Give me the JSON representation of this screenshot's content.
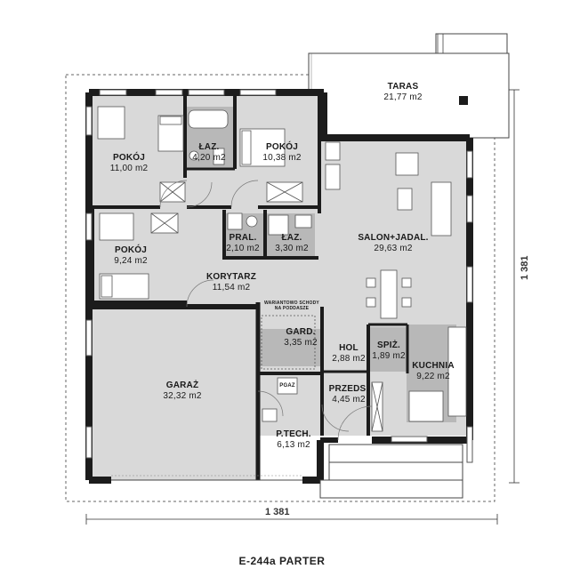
{
  "title": "E-244a PARTER",
  "dimensions": {
    "width_label": "1 381",
    "depth_label": "1 381"
  },
  "rooms": [
    {
      "id": "taras",
      "name": "TARAS",
      "area": "21,77 m2"
    },
    {
      "id": "pokoj1",
      "name": "POKÓJ",
      "area": "11,00 m2"
    },
    {
      "id": "laz1",
      "name": "ŁAZ.",
      "area": "4,20 m2"
    },
    {
      "id": "pokoj2",
      "name": "POKÓJ",
      "area": "10,38 m2"
    },
    {
      "id": "pokoj3",
      "name": "POKÓJ",
      "area": "9,24 m2"
    },
    {
      "id": "pral",
      "name": "PRAL.",
      "area": "2,10 m2"
    },
    {
      "id": "laz2",
      "name": "ŁAZ.",
      "area": "3,30 m2"
    },
    {
      "id": "salon",
      "name": "SALON+JADAL.",
      "area": "29,63 m2"
    },
    {
      "id": "korytarz",
      "name": "KORYTARZ",
      "area": "11,54 m2"
    },
    {
      "id": "gard",
      "name": "GARD.",
      "area": "3,35 m2"
    },
    {
      "id": "hol",
      "name": "HOL",
      "area": "2,88 m2"
    },
    {
      "id": "spiz",
      "name": "SPIŻ.",
      "area": "1,89 m2"
    },
    {
      "id": "kuchnia",
      "name": "KUCHNIA",
      "area": "9,22 m2"
    },
    {
      "id": "garaz",
      "name": "GARAŻ",
      "area": "32,32 m2"
    },
    {
      "id": "przeds",
      "name": "PRZEDS.",
      "area": "4,45 m2"
    },
    {
      "id": "ptech",
      "name": "P.TECH.",
      "area": "6,13 m2"
    }
  ],
  "notes": {
    "wardrobe_note_1": "WARIANTOWO SCHODY",
    "wardrobe_note_2": "NA PODDASZE",
    "pgaz": "PGAZ"
  },
  "colors": {
    "wall": "#1c1c1c",
    "floor": "#d9d9d9",
    "wet_floor": "#b8b8b8",
    "furniture": "#ffffff"
  }
}
